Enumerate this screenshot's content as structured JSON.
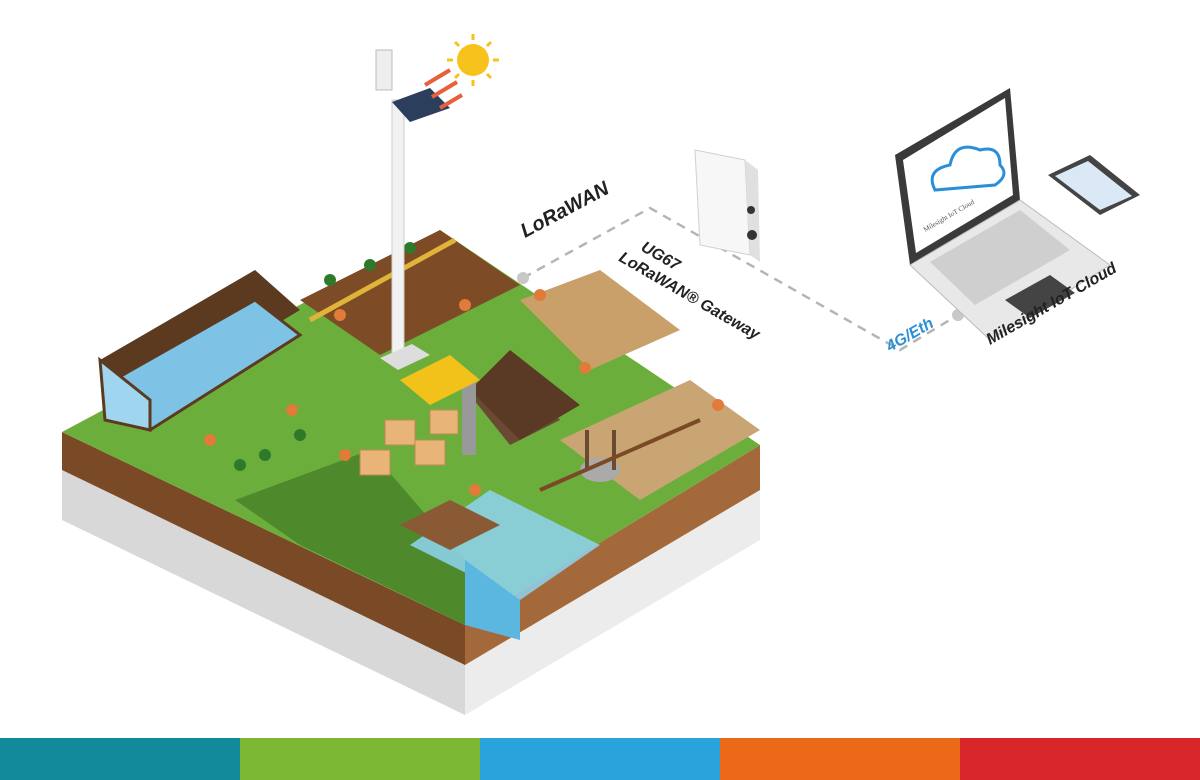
{
  "labels": {
    "lorawan_logo": "LoRaWAN",
    "gateway_model": "UG67",
    "gateway_name": "LoRaWAN® Gateway",
    "backhaul": "4G/Eth",
    "cloud": "Milesight IoT Cloud",
    "laptop_screen": "Milesight IoT Cloud"
  },
  "colors": {
    "accent_blue": "#2a8fd8",
    "grass": "#6cae3c",
    "soil": "#7a4a26",
    "footer_segments": [
      "#138a9c",
      "#7cb734",
      "#2aa3dc",
      "#ec6a17",
      "#d8262a"
    ]
  }
}
